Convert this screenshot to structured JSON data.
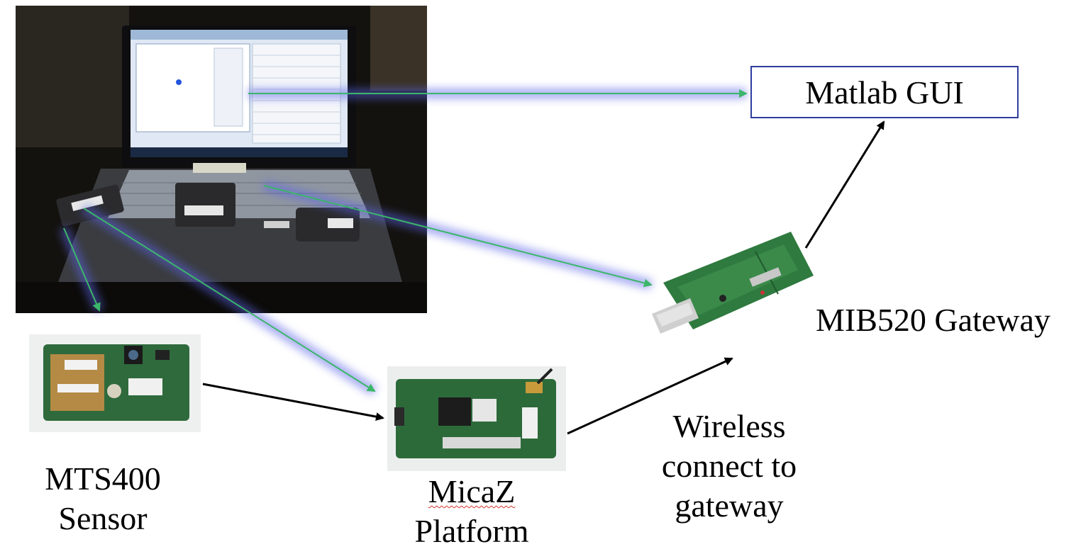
{
  "labels": {
    "matlab_gui": "Matlab GUI",
    "gateway": "MIB520 Gateway",
    "sensor_line1": "MTS400",
    "sensor_line2": "Sensor",
    "platform_line1": "MicaZ",
    "platform_line2": "Platform",
    "wireless_line1": "Wireless",
    "wireless_line2": "connect to",
    "wireless_line3": "gateway"
  },
  "colors": {
    "black_arrow": "#000000",
    "green_arrow": "#3cb66a",
    "blue_glow": "#5a63e6",
    "gui_box_border": "#2e3d9e"
  }
}
